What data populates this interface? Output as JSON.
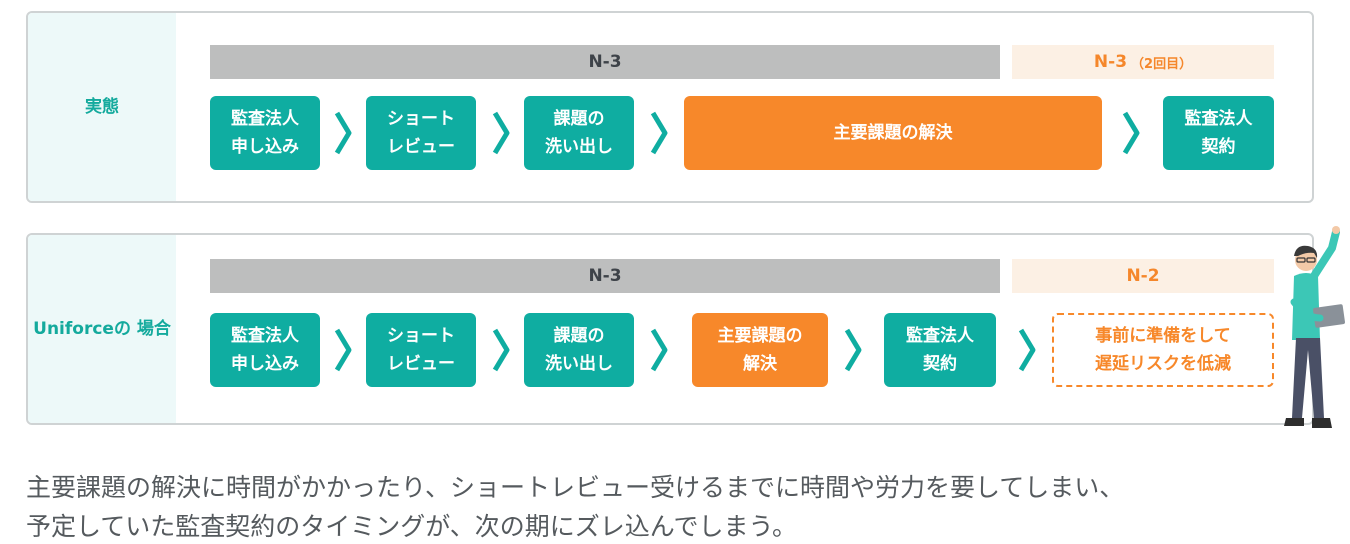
{
  "actual": {
    "label": "実態",
    "band_left": "N-3",
    "band_right": "N-3",
    "band_right_sub": "（2回目）",
    "steps": [
      "監査法人\n申し込み",
      "ショート\nレビュー",
      "課題の\n洗い出し",
      "主要課題の解決",
      "監査法人\n契約"
    ]
  },
  "uniforce": {
    "label": "Uniforceの\n場合",
    "band_left": "N-3",
    "band_right": "N-2",
    "steps": [
      "監査法人\n申し込み",
      "ショート\nレビュー",
      "課題の\n洗い出し",
      "主要課題の\n解決",
      "監査法人\n契約",
      "事前に準備をして\n遅延リスクを低減"
    ]
  },
  "caption": {
    "line1": "主要課題の解決に時間がかかったり、ショートレビュー受けるまでに時間や労力を要してしまい、",
    "line2": "予定していた監査契約のタイミングが、次の期にズレ込んでしまう。"
  },
  "colors": {
    "teal": "#0fada1",
    "orange": "#f7882a",
    "gray_band": "#bdbebe",
    "peach_band": "#fcf0e4",
    "label_bg": "#edf9f9"
  },
  "icons": [
    "chevron-right-icon",
    "person-with-laptop-illustration"
  ]
}
